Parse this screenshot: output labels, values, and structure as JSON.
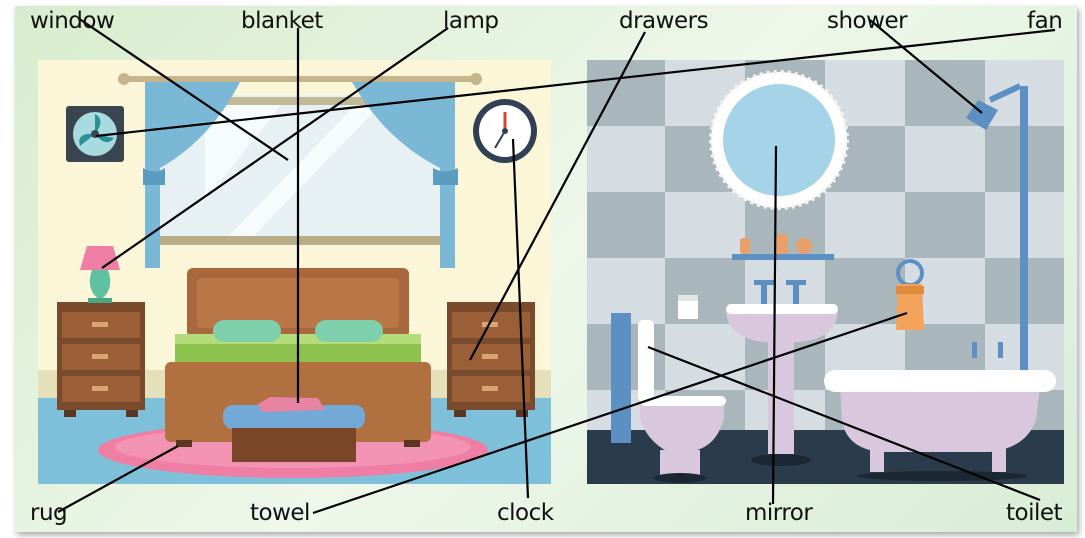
{
  "labels": {
    "window": "window",
    "blanket": "blanket",
    "lamp": "lamp",
    "drawers": "drawers",
    "shower": "shower",
    "fan": "fan",
    "rug": "rug",
    "towel": "towel",
    "clock": "clock",
    "mirror": "mirror",
    "toilet": "toilet"
  },
  "colors": {
    "bedroom_wall": "#fbf6d7",
    "bedroom_floor": "#7ec0d9",
    "rug": "#ee7ea4",
    "bed_wood": "#a8673c",
    "curtain": "#7ab8d6",
    "bath_tile_light": "#d6dde2",
    "bath_tile_dark": "#a9b6bc",
    "bath_floor": "#2a3c4c",
    "fixture": "#d9c8dd",
    "pipe": "#5c8fc2"
  }
}
